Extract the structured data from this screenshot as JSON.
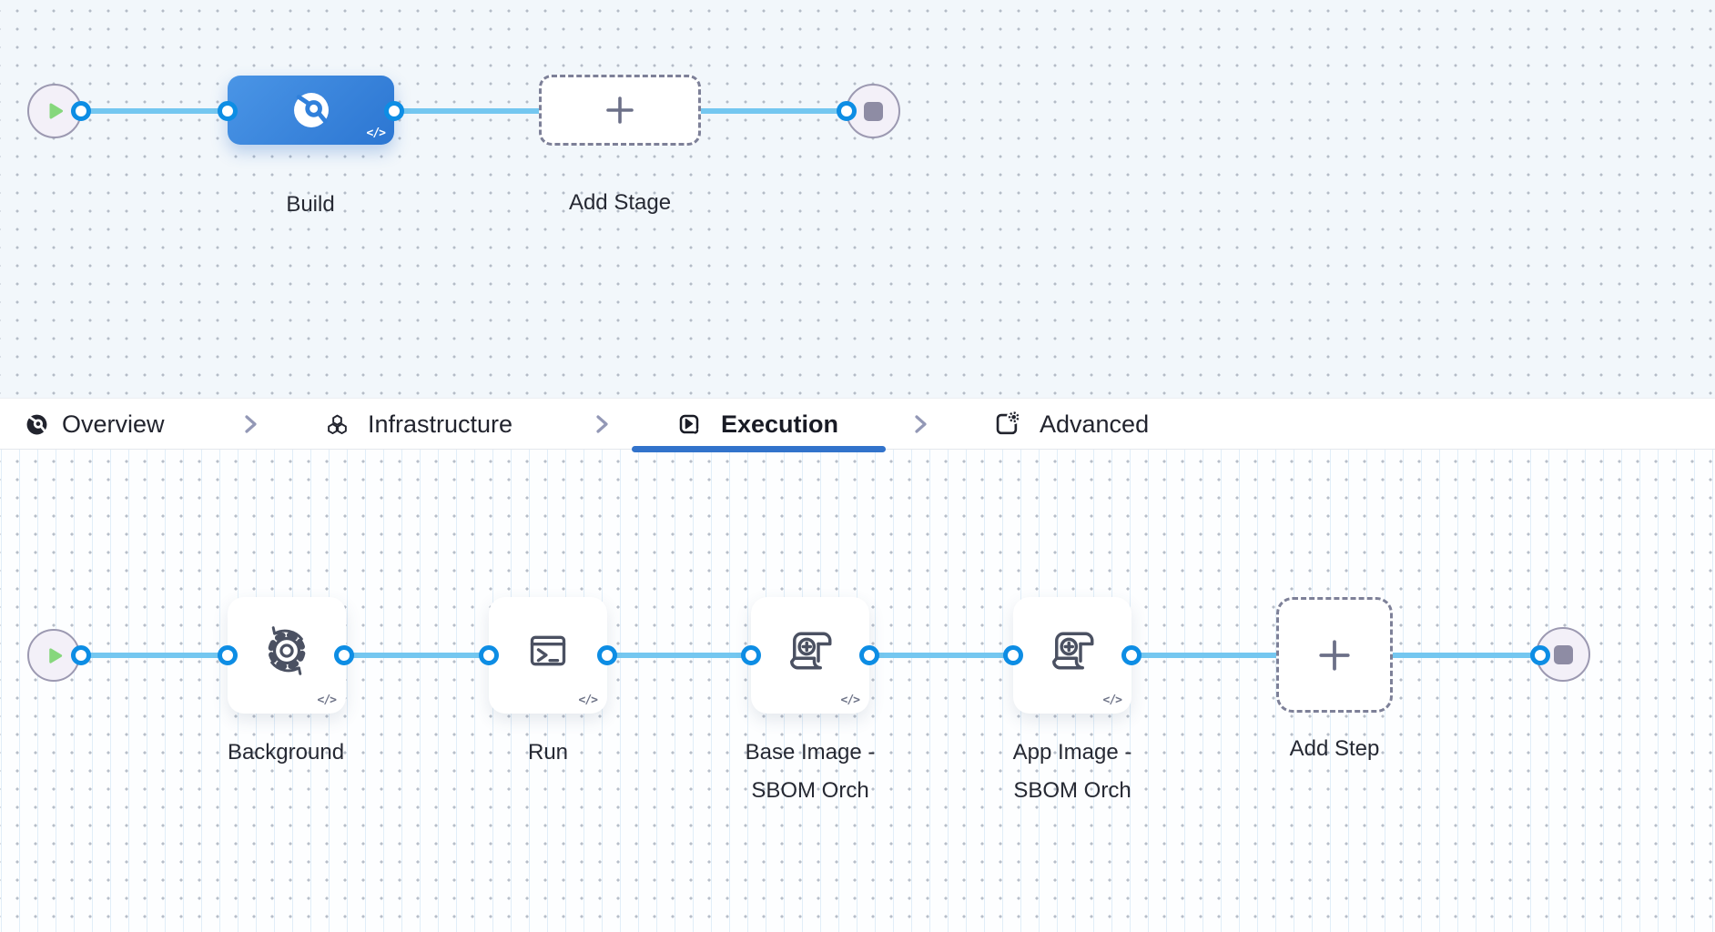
{
  "glyphs": {
    "code": "</>"
  },
  "colors": {
    "stage_node_blue_start": "#4a95e6",
    "stage_node_blue_end": "#2c76d2",
    "edge_blue": "#74c7f0",
    "port_ring_blue": "#0d8de4",
    "active_tab_underline": "#3273cb",
    "step_icon_slate": "#4b5162",
    "start_play_green": "#86d77c",
    "stop_square_gray": "#8e8ca4",
    "canvas_top_bg": "#f2f7fb",
    "canvas_bottom_bg": "#fdfeff"
  },
  "stage_graph": {
    "nodes": [
      {
        "label": "Build",
        "type": "ci-stage"
      },
      {
        "label": "Add Stage",
        "type": "add"
      }
    ]
  },
  "tab_bar": {
    "tabs": [
      {
        "label": "Overview",
        "active": false
      },
      {
        "label": "Infrastructure",
        "active": false
      },
      {
        "label": "Execution",
        "active": true
      },
      {
        "label": "Advanced",
        "active": false
      }
    ]
  },
  "step_graph": {
    "steps": [
      {
        "label": "Background",
        "type": "background-step"
      },
      {
        "label": "Run",
        "type": "run-step"
      },
      {
        "label": "Base Image -\nSBOM Orch",
        "type": "sbom-step"
      },
      {
        "label": "App Image -\nSBOM Orch",
        "type": "sbom-step"
      },
      {
        "label": "Add Step",
        "type": "add"
      }
    ]
  }
}
